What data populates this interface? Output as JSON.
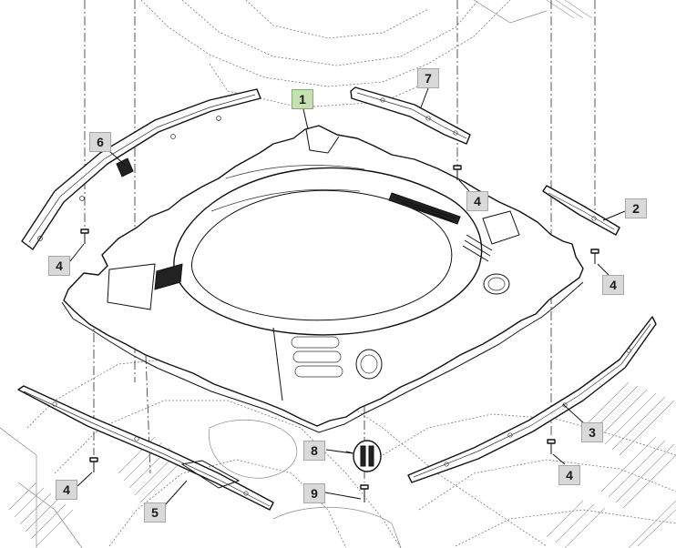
{
  "callouts": {
    "c1": "1",
    "c2": "2",
    "c3": "3",
    "c4a": "4",
    "c4b": "4",
    "c4c": "4",
    "c4d": "4",
    "c4e": "4",
    "c5": "5",
    "c6": "6",
    "c7": "7",
    "c8": "8",
    "c9": "9"
  },
  "colors": {
    "callout_highlight": "#c6e0b4",
    "callout_default": "#d9d9d9",
    "line": "#111111"
  }
}
